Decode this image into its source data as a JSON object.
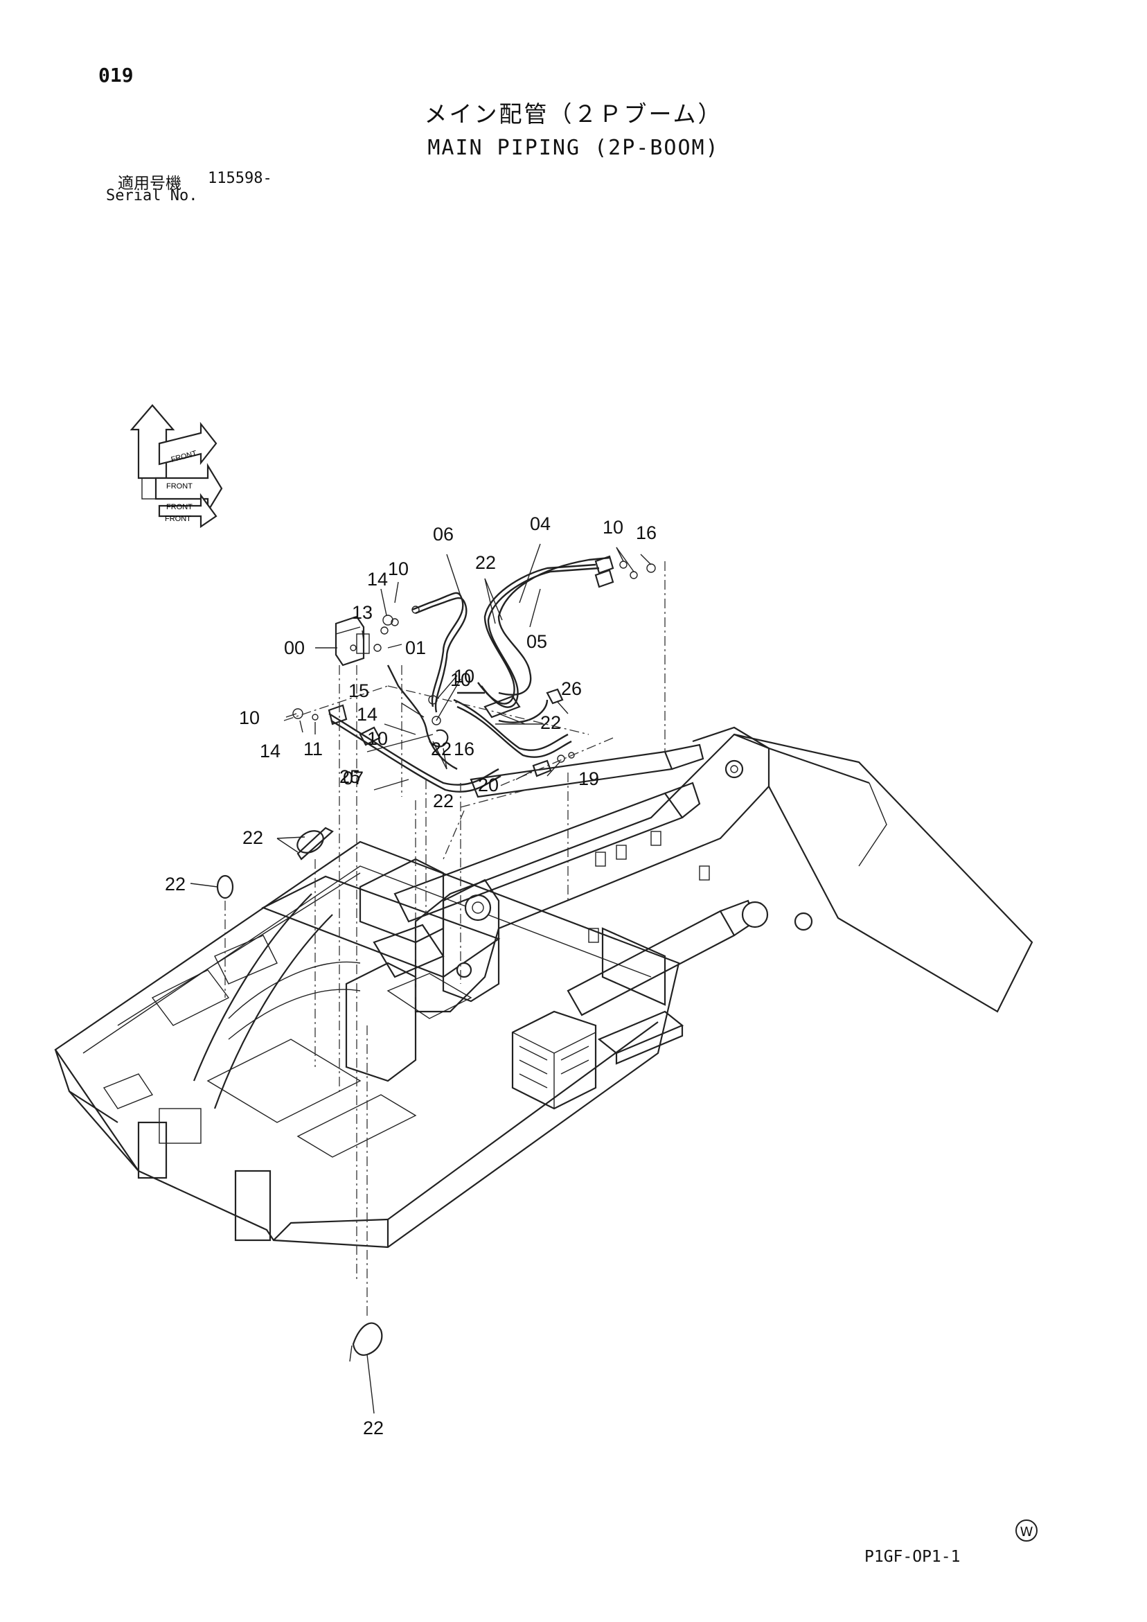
{
  "header": {
    "page_number": "019",
    "title_jp": "メイン配管（２Ｐブーム）",
    "title_en": "MAIN PIPING (2P-BOOM)",
    "serial_label_jp": "適用号機",
    "serial_value": "115598-",
    "serial_label_en": "Serial No."
  },
  "footer": {
    "drawing_code": "P1GF-OP1-1",
    "mark": "W"
  },
  "orientation_icon": {
    "labels": [
      "FRONT",
      "FRONT",
      "FRONT",
      "FRONT"
    ]
  },
  "callouts": [
    "00",
    "01",
    "04",
    "05",
    "06",
    "07",
    "10",
    "10",
    "10",
    "10",
    "10",
    "10",
    "11",
    "13",
    "14",
    "14",
    "14",
    "15",
    "16",
    "16",
    "19",
    "20",
    "22",
    "22",
    "22",
    "22",
    "22",
    "22",
    "22",
    "25",
    "26"
  ]
}
